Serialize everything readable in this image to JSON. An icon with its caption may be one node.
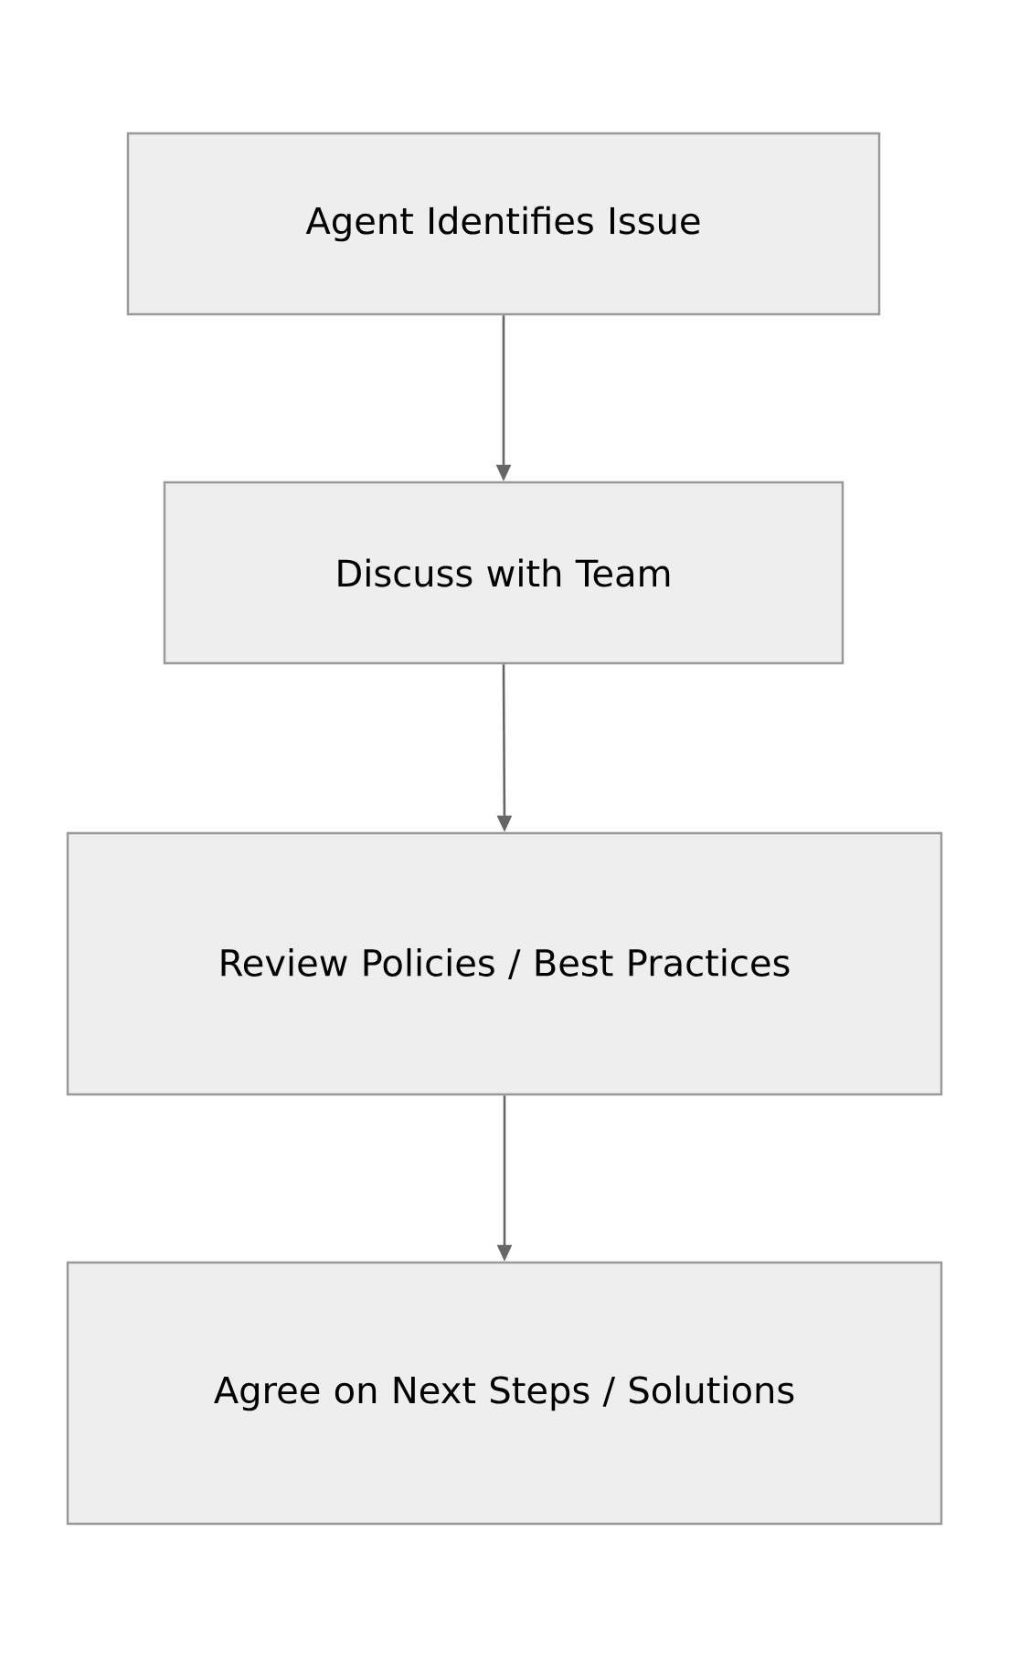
{
  "diagram": {
    "nodes": [
      {
        "text": [
          "Agent Identifies Issue"
        ]
      },
      {
        "text": [
          "Discuss with Team"
        ]
      },
      {
        "text": [
          "Review Policies / Best Practices"
        ]
      },
      {
        "text": [
          "Agree on Next Steps / Solutions"
        ]
      }
    ],
    "edges": [
      {
        "from": 0,
        "to": 1,
        "arrow": "to"
      },
      {
        "from": 1,
        "to": 2,
        "arrow": "to"
      },
      {
        "from": 2,
        "to": 3,
        "arrow": "to"
      }
    ]
  }
}
